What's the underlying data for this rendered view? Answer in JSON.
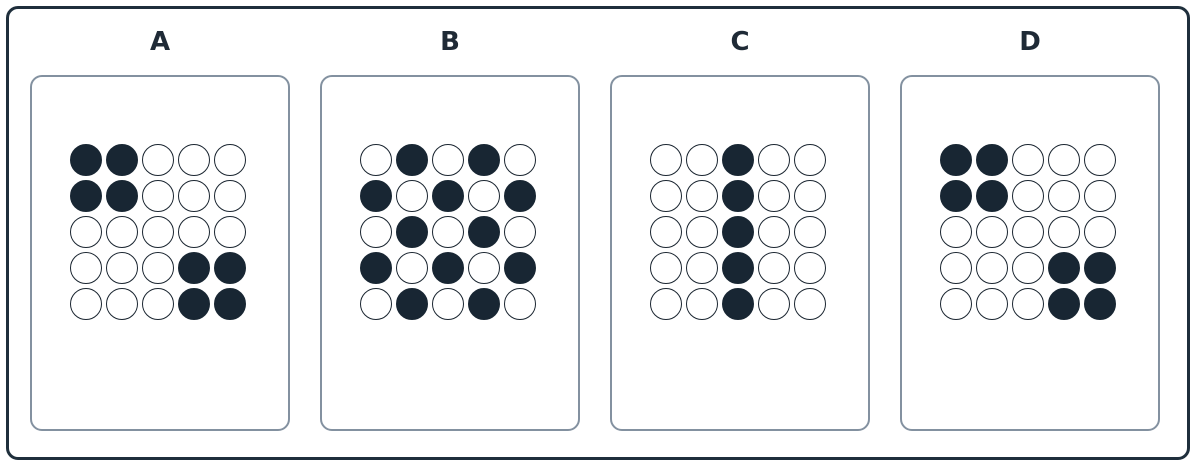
{
  "options": [
    {
      "label": "A",
      "pattern": [
        [
          1,
          1,
          0,
          0,
          0
        ],
        [
          1,
          1,
          0,
          0,
          0
        ],
        [
          0,
          0,
          0,
          0,
          0
        ],
        [
          0,
          0,
          0,
          1,
          1
        ],
        [
          0,
          0,
          0,
          1,
          1
        ]
      ]
    },
    {
      "label": "B",
      "pattern": [
        [
          0,
          1,
          0,
          1,
          0
        ],
        [
          1,
          0,
          1,
          0,
          1
        ],
        [
          0,
          1,
          0,
          1,
          0
        ],
        [
          1,
          0,
          1,
          0,
          1
        ],
        [
          0,
          1,
          0,
          1,
          0
        ]
      ]
    },
    {
      "label": "C",
      "pattern": [
        [
          0,
          0,
          1,
          0,
          0
        ],
        [
          0,
          0,
          1,
          0,
          0
        ],
        [
          0,
          0,
          1,
          0,
          0
        ],
        [
          0,
          0,
          1,
          0,
          0
        ],
        [
          0,
          0,
          1,
          0,
          0
        ]
      ]
    },
    {
      "label": "D",
      "pattern": [
        [
          1,
          1,
          0,
          0,
          0
        ],
        [
          1,
          1,
          0,
          0,
          0
        ],
        [
          0,
          0,
          0,
          0,
          0
        ],
        [
          0,
          0,
          0,
          1,
          1
        ],
        [
          0,
          0,
          0,
          1,
          1
        ]
      ]
    }
  ]
}
